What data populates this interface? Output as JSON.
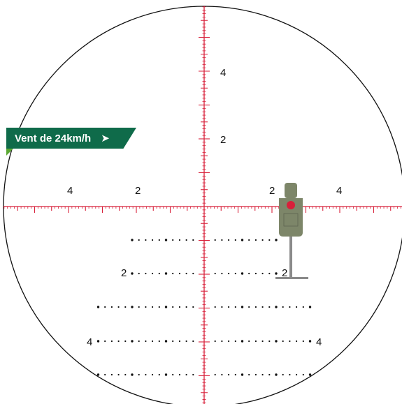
{
  "wind_banner": {
    "text": "Vent de 24km/h",
    "arrow": "➤"
  },
  "reticle": {
    "vertical_labels": {
      "top_4": "4",
      "top_2": "2"
    },
    "horizontal_labels": {
      "left_4": "4",
      "left_2": "2",
      "right_2": "2",
      "right_4": "4"
    },
    "dot_row_labels": {
      "row2_left": "2",
      "row2_right": "2",
      "row4_left": "4",
      "row4_right": "4"
    }
  },
  "colors": {
    "reticle_red": "#d8203a",
    "circle": "#111111",
    "banner_bg": "#0f6b4a",
    "banner_accent": "#5aa832",
    "target": "#7d8669",
    "target_center": "#d8203a"
  },
  "icons": {
    "target": "silhouette-target-icon",
    "wind": "wind-arrow-icon"
  }
}
